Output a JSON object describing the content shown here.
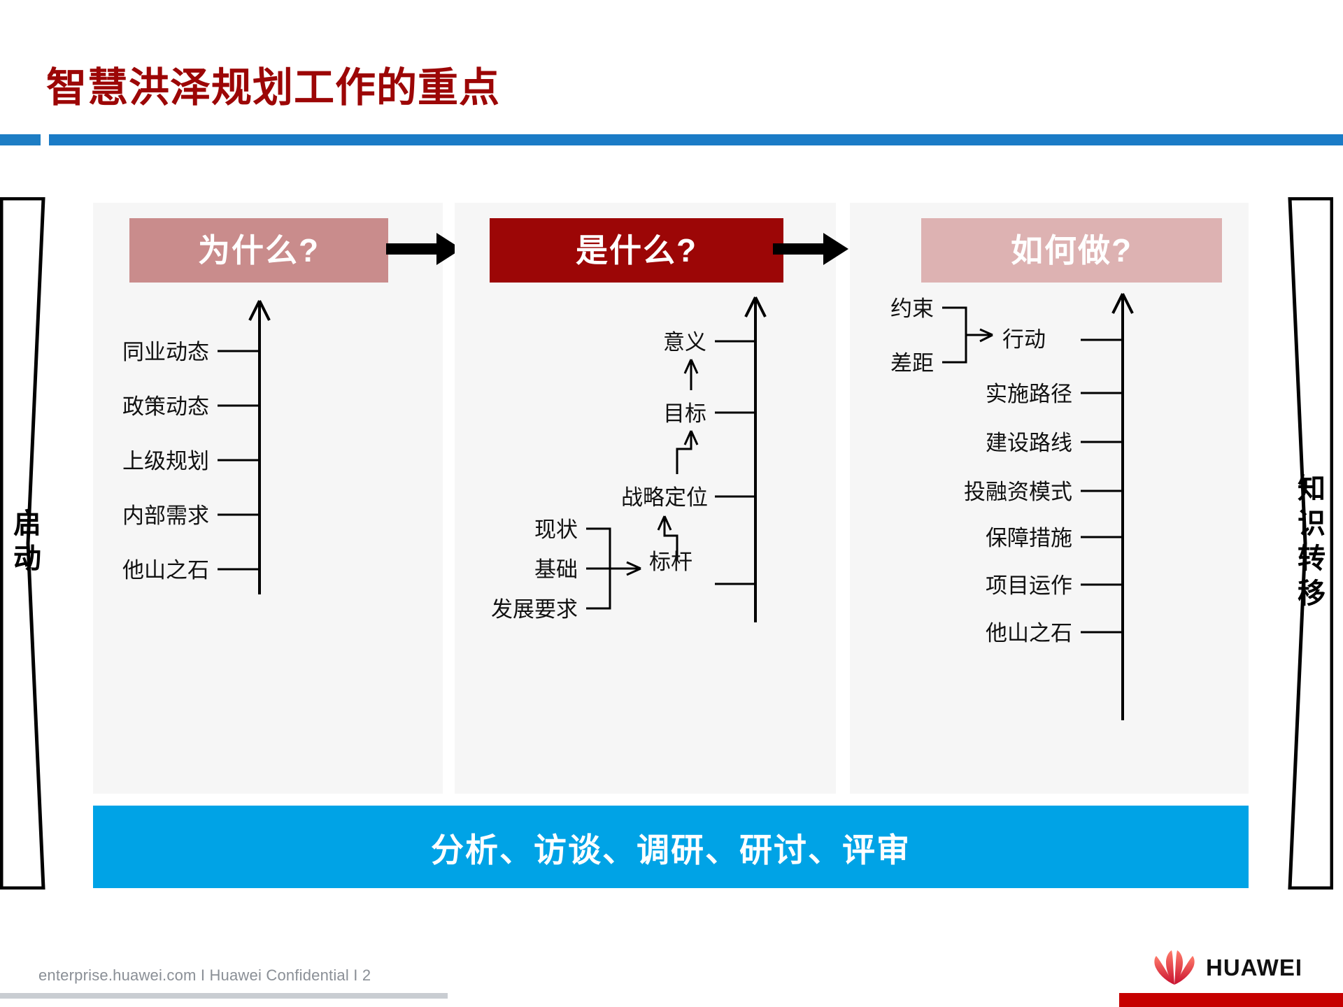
{
  "slide": {
    "title": "智慧洪泽规划工作的重点",
    "title_color": "#9C0606",
    "accent_blue": "#1A7BC6",
    "banner_blue": "#00A3E6"
  },
  "left_chevron": {
    "label": "启动"
  },
  "right_chevron": {
    "label": "知识转移"
  },
  "panels": [
    {
      "id": "why",
      "caption": "为什么?",
      "caption_bg": "#C98C8C",
      "items": [
        "同业动态",
        "政策动态",
        "上级规划",
        "内部需求",
        "他山之石"
      ]
    },
    {
      "id": "what",
      "caption": "是什么?",
      "caption_bg": "#9C0606",
      "chain": [
        "意义",
        "目标",
        "战略定位"
      ],
      "inputs": [
        "现状",
        "基础",
        "发展要求"
      ],
      "input_target": "标杆"
    },
    {
      "id": "how",
      "caption": "如何做?",
      "caption_bg": "#DDB2B2",
      "inputs": [
        "约束",
        "差距"
      ],
      "input_target": "行动",
      "items": [
        "实施路径",
        "建设路线",
        "投融资模式",
        "保障措施",
        "项目运作",
        "他山之石"
      ]
    }
  ],
  "banner": {
    "text": "分析、访谈、调研、研讨、评审"
  },
  "footer": {
    "text": "enterprise.huawei.com I Huawei Confidential I 2",
    "logo_word": "HUAWEI"
  }
}
